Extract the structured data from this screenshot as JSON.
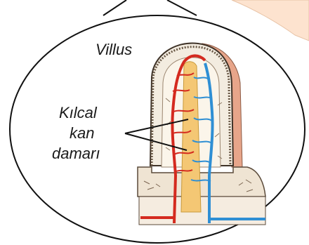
{
  "labels": {
    "villus": "Villus",
    "capillary_line1": "Kılcal",
    "capillary_line2": "kan",
    "capillary_line3": "damarı"
  },
  "colors": {
    "artery": "#d42a1f",
    "vein": "#2f8fd4",
    "lacteal": "#f4c774",
    "epithelium_border": "#5a4a3a",
    "outer_layer": "#e7a58a",
    "background_circle": "#fde3cf"
  }
}
